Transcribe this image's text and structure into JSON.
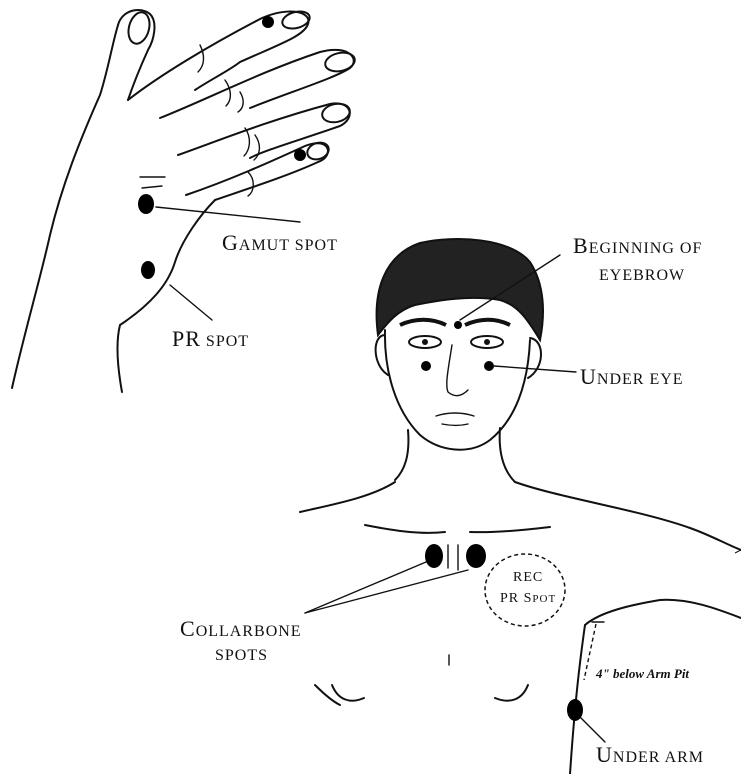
{
  "labels": {
    "gamut": {
      "cap": "G",
      "rest": "AMUT SPOT"
    },
    "pr": {
      "cap": "PR",
      "rest": " SPOT"
    },
    "eyebrow_1": {
      "cap": "B",
      "rest": "EGINNING OF"
    },
    "eyebrow_2": {
      "cap": "",
      "rest": "EYEBROW"
    },
    "under_eye": {
      "cap": "U",
      "rest": "NDER EYE"
    },
    "rec": "REC",
    "rec_pr": {
      "cap": "PR S",
      "rest": "POT"
    },
    "collarbone_1": {
      "cap": "C",
      "rest": "OLLARBONE"
    },
    "collarbone_2": {
      "cap": "",
      "rest": "SPOTS"
    },
    "arm_pit": "4\" below Arm Pit",
    "under_arm": {
      "cap": "U",
      "rest": "NDER ARM"
    }
  }
}
